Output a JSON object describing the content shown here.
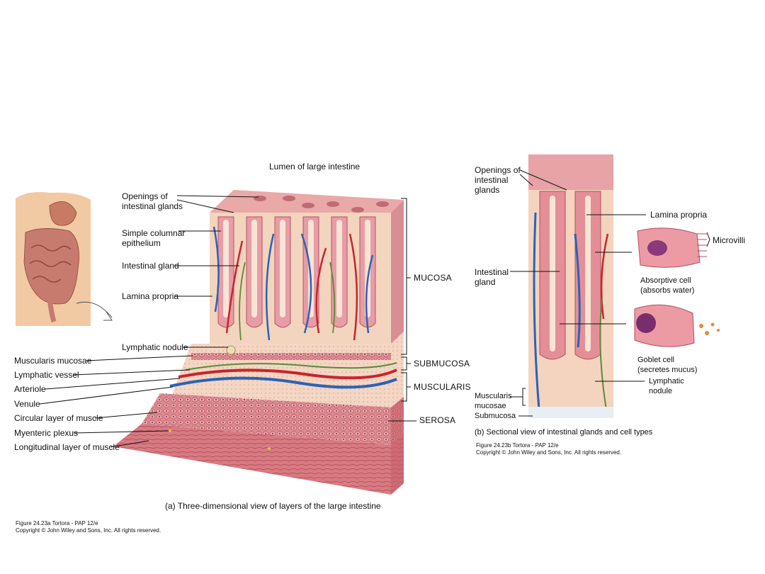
{
  "panel_a": {
    "top_label": "Lumen of large intestine",
    "labels": {
      "openings": "Openings of\nintestinal glands",
      "simple_columnar": "Simple columnar\nepithelium",
      "intestinal_gland": "Intestinal gland",
      "lamina_propria": "Lamina propria",
      "lymphatic_nodule": "Lymphatic nodule",
      "muscularis_mucosae": "Muscularis mucosae",
      "lymphatic_vessel": "Lymphatic vessel",
      "arteriole": "Arteriole",
      "venule": "Venule",
      "circular_muscle": "Circular layer of muscle",
      "myenteric_plexus": "Myenteric plexus",
      "longitudinal_muscle": "Longitudinal layer of muscle"
    },
    "layers": {
      "mucosa": "MUCOSA",
      "submucosa": "SUBMUCOSA",
      "muscularis": "MUSCULARIS",
      "serosa": "SEROSA"
    },
    "caption": "(a) Three-dimensional view of layers of the large intestine",
    "credit": "Figure 24.23a  Tortora - PAP 12/e\nCopyright © John Wiley and Sons, Inc. All rights reserved."
  },
  "panel_b": {
    "labels": {
      "openings": "Openings of\nintestinal\nglands",
      "lamina_propria": "Lamina propria",
      "microvilli": "Microvilli",
      "intestinal_gland": "Intestinal\ngland",
      "absorptive_cell": "Absorptive cell\n(absorbs water)",
      "goblet_cell": "Goblet cell\n(secretes mucus)",
      "lymphatic_nodule": "Lymphatic\nnodule",
      "muscularis_mucosae": "Muscularis\nmucosae",
      "submucosa": "Submucosa"
    },
    "caption": "(b) Sectional view of intestinal glands and cell types",
    "credit": "Figure 24.23b  Tortora - PAP 12/e\nCopyright © John Wiley and Sons, Inc. All rights reserved."
  },
  "colors": {
    "mucosa_pink": "#e7a3a6",
    "tissue_light": "#f4d4c0",
    "muscle": "#d9727a",
    "vein": "#2b63b5",
    "artery": "#c8242c",
    "lymph": "#5b8a3a"
  }
}
